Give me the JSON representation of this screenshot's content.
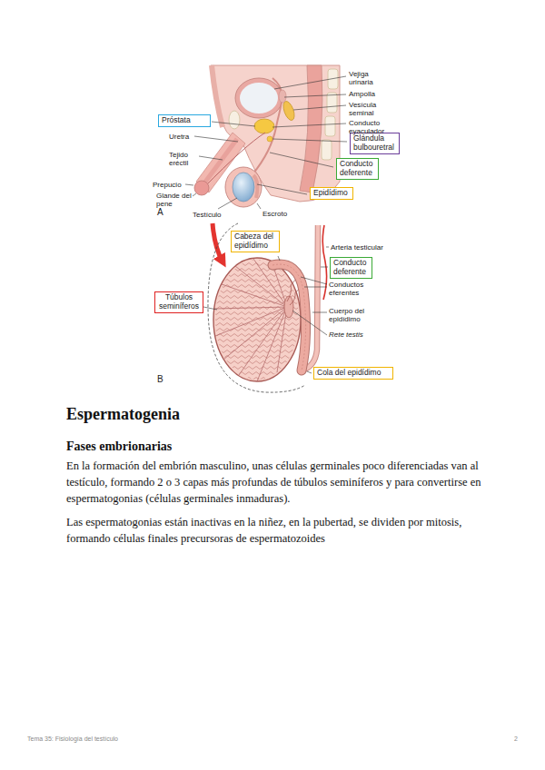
{
  "diagram": {
    "title": "Espermatogenia",
    "nodes": [
      {
        "text": [
          "Próstata"
        ]
      },
      {
        "text": [
          "Glándula bulbouretral"
        ]
      },
      {
        "text": [
          "Conducto deferente"
        ]
      },
      {
        "text": [
          "Epidídimo"
        ]
      },
      {
        "text": [
          "Cabeza del epidídimo"
        ]
      },
      {
        "text": [
          "Conducto deferente"
        ]
      },
      {
        "text": [
          "Túbulos seminíferos"
        ]
      },
      {
        "text": [
          "Cola del epidídimo"
        ]
      }
    ],
    "labels": [
      "Vejiga urinaria",
      "Ampolla",
      "Vesícula seminal",
      "Conducto eyaculador",
      "Uretra",
      "Tejido eréctil",
      "Prepucio",
      "Glande del pene",
      "A",
      "Testículo",
      "Escroto",
      "Arteria testicular",
      "Conductos eferentes",
      "Cuerpo del epidídimo",
      "Rete testis",
      "B",
      "Fases embrionarias",
      "En la formación del embrión masculino, unas células germinales poco diferenciadas van al testículo, formando 2 o 3 capas más profundas de túbulos seminíferos y para convertirse en espermatogonias (células germinales inmaduras).",
      "Las espermatogonias están inactivas en la niñez, en la pubertad, se dividen por mitosis, formando células finales precursoras de espermatozoides",
      "Tema 35: Fisiología del testículo",
      "2"
    ]
  }
}
